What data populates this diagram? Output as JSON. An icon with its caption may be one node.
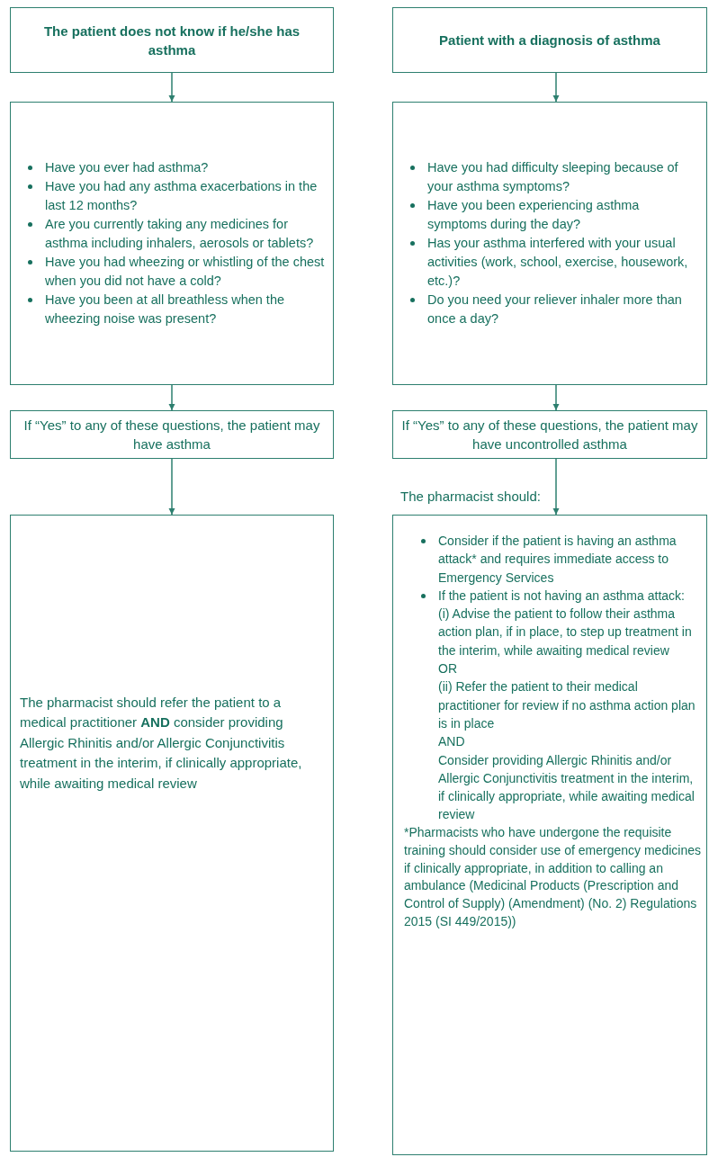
{
  "diagram": {
    "nodes": [
      {
        "text": [
          "The patient does not know if he/she has asthma"
        ]
      },
      {
        "text": [
          "Have you ever had asthma?",
          "Have you had any asthma exacerbations in the last 12 months?",
          "Are you currently taking any medicines for asthma including inhalers, aerosols or tablets?",
          "Have you had wheezing or whistling of the chest when you did not have a cold?",
          "Have you been at all breathless when the wheezing noise was present?"
        ]
      },
      {
        "text": [
          "If “Yes” to any of these questions, the patient may have asthma"
        ]
      },
      {
        "text": [
          "The pharmacist should refer the patient to a medical practitioner **AND** consider providing Allergic Rhinitis and/or Allergic Conjunctivitis treatment in the interim, if clinically appropriate, while awaiting medical review"
        ]
      },
      {
        "text": [
          "Patient with a diagnosis of asthma"
        ]
      },
      {
        "text": [
          "Have you had difficulty sleeping because of your asthma symptoms?",
          "Have you been experiencing asthma symptoms during the day?",
          "Has your asthma interfered with your usual activities (work, school, exercise, housework, etc.)?",
          "Do you need your reliever inhaler more than once a day?"
        ]
      },
      {
        "text": [
          "If “Yes” to any of these questions, the patient may have uncontrolled asthma"
        ]
      },
      {
        "text": [
          "The pharmacist should:",
          "Consider if the patient is having an asthma attack* and requires immediate access to Emergency Services",
          "If the patient is not having an asthma attack:",
          "(i) Advise the patient to follow their asthma action plan, if in place, to step up treatment in the interim, while awaiting medical review",
          "OR",
          "(ii) Refer the patient to their medical practitioner for review if no asthma action plan is in place",
          "AND",
          "Consider providing Allergic Rhinitis and/or Allergic Conjunctivitis treatment in the interim, if clinically appropriate, while awaiting medical review",
          "*Pharmacists who have undergone the requisite training should consider use of emergency medicines if clinically appropriate, in addition to calling an ambulance (Medicinal Products (Prescription and Control of Supply) (Amendment) (No. 2) Regulations 2015 (SI 449/2015))"
        ]
      }
    ],
    "edges": [
      {
        "from": 0,
        "to": 1,
        "arrow": "to"
      },
      {
        "from": 1,
        "to": 2,
        "arrow": "to"
      },
      {
        "from": 2,
        "to": 3,
        "arrow": "to"
      },
      {
        "from": 4,
        "to": 5,
        "arrow": "to"
      },
      {
        "from": 5,
        "to": 6,
        "arrow": "to"
      },
      {
        "from": 6,
        "to": 7,
        "arrow": "to"
      }
    ]
  }
}
